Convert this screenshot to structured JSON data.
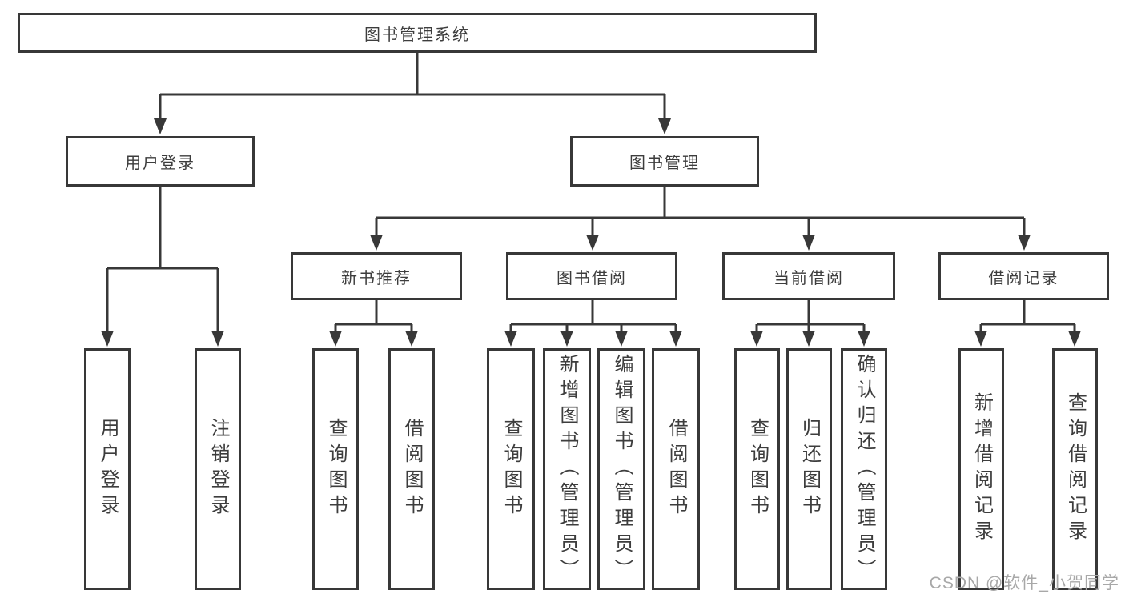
{
  "colors": {
    "line-color": "#383838",
    "text-color": "#3d3d3d",
    "box-bg": "#ffffff",
    "page-bg": "#ffffff",
    "watermark-color": "#a8a8a8"
  },
  "tree": {
    "root": {
      "label": "图书管理系统"
    },
    "children": [
      {
        "label": "用户登录",
        "children": [
          {
            "label": "用户登录"
          },
          {
            "label": "注销登录"
          }
        ]
      },
      {
        "label": "图书管理",
        "children": [
          {
            "label": "新书推荐",
            "children": [
              {
                "label": "查询图书"
              },
              {
                "label": "借阅图书"
              }
            ]
          },
          {
            "label": "图书借阅",
            "children": [
              {
                "label": "查询图书"
              },
              {
                "label": "新增图书（管理员）"
              },
              {
                "label": "编辑图书（管理员）"
              },
              {
                "label": "借阅图书"
              }
            ]
          },
          {
            "label": "当前借阅",
            "children": [
              {
                "label": "查询图书"
              },
              {
                "label": "归还图书"
              },
              {
                "label": "确认归还（管理员）"
              }
            ]
          },
          {
            "label": "借阅记录",
            "children": [
              {
                "label": "新增借阅记录"
              },
              {
                "label": "查询借阅记录"
              }
            ]
          }
        ]
      }
    ]
  },
  "watermark": {
    "text": "CSDN @软件_小贺同学"
  }
}
